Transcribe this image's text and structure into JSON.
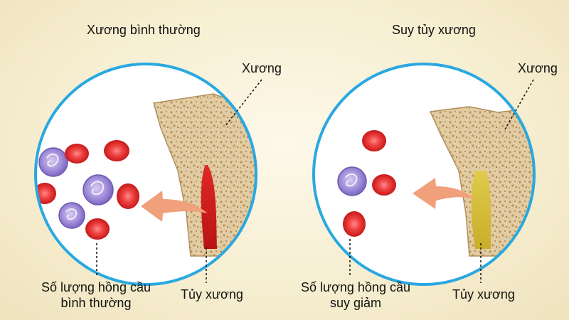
{
  "left_panel": {
    "title": "Xương bình thường",
    "bone_label": "Xương",
    "marrow_label": "Tủy xương",
    "rbc_label_line1": "Số lượng hồng cầu",
    "rbc_label_line2": "bình thường"
  },
  "right_panel": {
    "title": "Suy tủy xương",
    "bone_label": "Xương",
    "marrow_label": "Tủy xương",
    "rbc_label_line1": "Số lượng hồng cầu",
    "rbc_label_line2": "suy giảm"
  },
  "colors": {
    "circle_border": "#2aa8e0",
    "bone": "#e0c9a0",
    "red_blood_cell": "#e02a2a",
    "white_blood_cell": "#8f79cf",
    "normal_marrow": "#d42020",
    "failing_marrow": "#d9c23c",
    "arrow": "#f0a07a"
  }
}
